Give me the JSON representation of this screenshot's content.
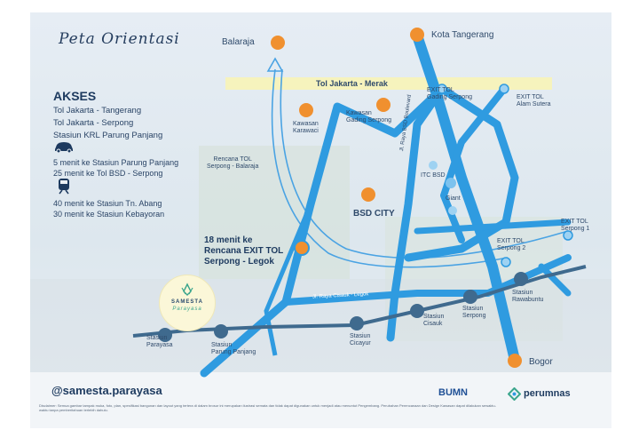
{
  "title": "Peta Orientasi",
  "akses": {
    "heading": "AKSES",
    "routes": [
      "Tol Jakarta - Tangerang",
      "Tol Jakarta - Serpong",
      "Stasiun KRL Parung Panjang"
    ],
    "by_car": [
      "5 menit ke Stasiun Parung Panjang",
      "25 menit ke Tol BSD - Serpong"
    ],
    "by_train": [
      "40 menit ke Stasiun Tn. Abang",
      "30 menit ke Stasiun Kebayoran"
    ]
  },
  "places": {
    "balaraja": "Balaraja",
    "kota_tangerang": "Kota Tangerang",
    "karawaci_1": "Kawasan",
    "karawaci_2": "Karawaci",
    "gading_1": "Kawasan",
    "gading_2": "Gading Serpong",
    "bsd_city": "BSD CITY",
    "itc_bsd": "ITC BSD",
    "giant": "Giant",
    "bogor": "Bogor"
  },
  "roads": {
    "tol_merak": "Tol Jakarta - Merak",
    "raya_bsd": "Jl. Raya BSD Boulevard",
    "raya_cisauk": "Jl. Raya Cisauk - Legok"
  },
  "exits": {
    "gading_1": "EXIT TOL",
    "gading_2": "Gading Serpong",
    "alam_1": "EXIT TOL",
    "alam_2": "Alam Sutera",
    "serpong2_1": "EXIT TOL",
    "serpong2_2": "Serpong 2",
    "serpong1_1": "EXIT TOL",
    "serpong1_2": "Serpong 1",
    "rencana_1": "Rencana TOL",
    "rencana_2": "Serpong - Balaraja"
  },
  "highlight": {
    "line1": "18 menit ke",
    "line2": "Rencana EXIT TOL",
    "line3": "Serpong - Legok"
  },
  "stations": {
    "parayasa_1": "Stasiun",
    "parayasa_2": "Parayasa",
    "parung_1": "Stasiun",
    "parung_2": "Parung Panjang",
    "cicayur_1": "Stasiun",
    "cicayur_2": "Cicayur",
    "cisauk_1": "Stasiun",
    "cisauk_2": "Cisauk",
    "serpong_1": "Stasiun",
    "serpong_2": "Serpong",
    "rawabuntu_1": "Stasiun",
    "rawabuntu_2": "Rawabuntu"
  },
  "samesta": {
    "name": "SAMESTA",
    "sub": "Parayasa"
  },
  "footer": {
    "handle": "@samesta.parayasa",
    "disclaimer": "Disclaimer: Semua gambar tampak muka, foto, plan, spesifikasi bangunan dan layout yang tertera di dalam brosur ini merupakan ilustrasi semata dan tidak dapat digunakan untuk menjadi atau menuntut Pengembang. Perubahan Perencanaan dan Design Kawasan dapat dilakukan sewaktu-waktu tanpa pemberitahuan terlebih dahulu.",
    "bumn": "BUMN",
    "perumnas": "perumnas"
  },
  "colors": {
    "road": "#2f9be0",
    "orange": "#f0902f",
    "station": "#3f6a8e",
    "toll_band": "#f6f3bd"
  }
}
